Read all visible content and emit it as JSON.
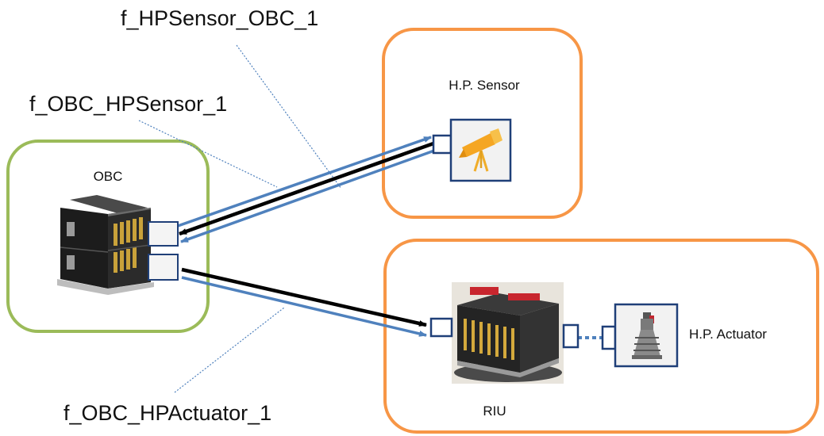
{
  "labels": {
    "flow_hpsensor_obc": "f_HPSensor_OBC_1",
    "flow_obc_hpsensor": "f_OBC_HPSensor_1",
    "flow_obc_hpactuator": "f_OBC_HPActuator_1"
  },
  "nodes": {
    "obc": {
      "name": "OBC",
      "color": "#9bbb59"
    },
    "hp_sensor": {
      "name": "H.P. Sensor",
      "color": "#f79646"
    },
    "riu": {
      "name": "RIU",
      "color": "#f79646"
    },
    "hp_actuator": {
      "name": "H.P. Actuator"
    }
  },
  "colors": {
    "link_blue": "#4f81bd",
    "link_black": "#000000",
    "port_border": "#1f3f78",
    "note_line": "#4f81bd"
  }
}
